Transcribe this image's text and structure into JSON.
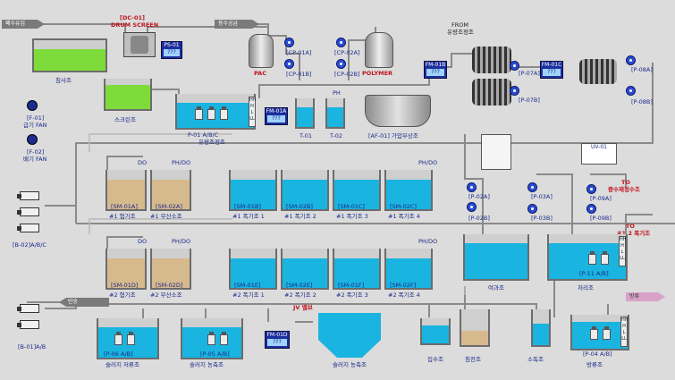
{
  "flags": {
    "wastewater_inflow": "폐수유입",
    "water_supply": "용수공급",
    "return_flow": "반송",
    "from_line1": "FROM",
    "from_line2": "유량조정조",
    "to_a1": "TO",
    "to_a2": "중수재정수조",
    "to_b1": "TO",
    "to_b2": "#1.2 폭기조",
    "discharge": "방류",
    "jv_valve": "JV 밸브"
  },
  "drum_screen": {
    "tag": "[DC-01]",
    "name": "DRUM SCREEN"
  },
  "labels": {
    "grit": "침사조",
    "screen": "스크린조",
    "equalization": "유량조정조",
    "floc_tank_1": "T-01",
    "floc_tank_2": "T-02",
    "daf": "[AF-01] 가압부상조",
    "pac": "PAC",
    "polymer": "POLYMER",
    "fan1_tag": "[F-01]",
    "fan1_name": "급기 FAN",
    "fan2_tag": "[F-02]",
    "fan2_name": "배기 FAN",
    "b02": "[B-02]A/B/C",
    "b01": "[B-01]A/B",
    "anoxic1": "#1 혐기조",
    "denit1": "#1 무산소조",
    "aer1_1": "#1 폭기조 1",
    "aer1_2": "#1 폭기조 2",
    "aer1_3": "#1 폭기조 3",
    "aer1_4": "#1 폭기조 4",
    "anoxic2": "#2 혐기조",
    "denit2": "#2 무산소조",
    "aer2_1": "#2 폭기조 1",
    "aer2_2": "#2 폭기조 2",
    "aer2_3": "#2 폭기조 3",
    "aer2_4": "#2 폭기조 4",
    "membrane": "여과조",
    "treated": "처리조",
    "sludge_storage": "슬러지 저류조",
    "sludge_thickener": "슬러지 농축조",
    "sludge_conc": "슬러지 농축조",
    "collection": "집수조",
    "settling": "침전조",
    "disinfection": "소독조",
    "discharge_tank": "방류조",
    "uv": "UV-01"
  },
  "tags": {
    "p01": "P-01 A/B/C",
    "p06": "[P-06 A/B]",
    "p05": "[P-05 A/B]",
    "p04": "[P-04 A/B]",
    "p11": "[P-11 A/B]",
    "cp01a": "[CP-01A]",
    "cp01b": "[CP-01B]",
    "cp02a": "[CP-02A]",
    "cp02b": "[CP-02B]",
    "p07a": "[P-07A]",
    "p07b": "[P-07B]",
    "p08a": "[P-08A]",
    "p08b": "[P-08B]",
    "p02a": "[P-02A]",
    "p02b": "[P-02B]",
    "p03a": "[P-03A]",
    "p03b": "[P-03B]",
    "p09a": "[P-09A]",
    "p09b": "[P-09B]",
    "sm01a": "[SM-01A]",
    "sm02a": "[SM-02A]",
    "sm01b": "[SM-01B]",
    "sm02b": "[SM-02B]",
    "sm01c": "[SM-01C]",
    "sm02c": "[SM-02C]",
    "sm01d": "[SM-01D]",
    "sm02d": "[SM-02D]",
    "sm01e": "[SM-01E]",
    "sm02e": "[SM-02E]",
    "sm01f": "[SM-01F]",
    "sm02f": "[SM-02F]",
    "do": "DO",
    "phdo": "PH/DO",
    "ph": "PH"
  },
  "meters": {
    "ps01": {
      "tag": "PS-01",
      "value": "???"
    },
    "fm01a": {
      "tag": "FM-01A",
      "value": "???"
    },
    "fm01b": {
      "tag": "FM-01B",
      "value": "???"
    },
    "fm01c": {
      "tag": "FM-01C",
      "value": "???"
    },
    "fm01d": {
      "tag": "FM-01D",
      "value": "???"
    }
  },
  "level_marks": [
    "HH",
    "H",
    "L",
    "LL"
  ]
}
